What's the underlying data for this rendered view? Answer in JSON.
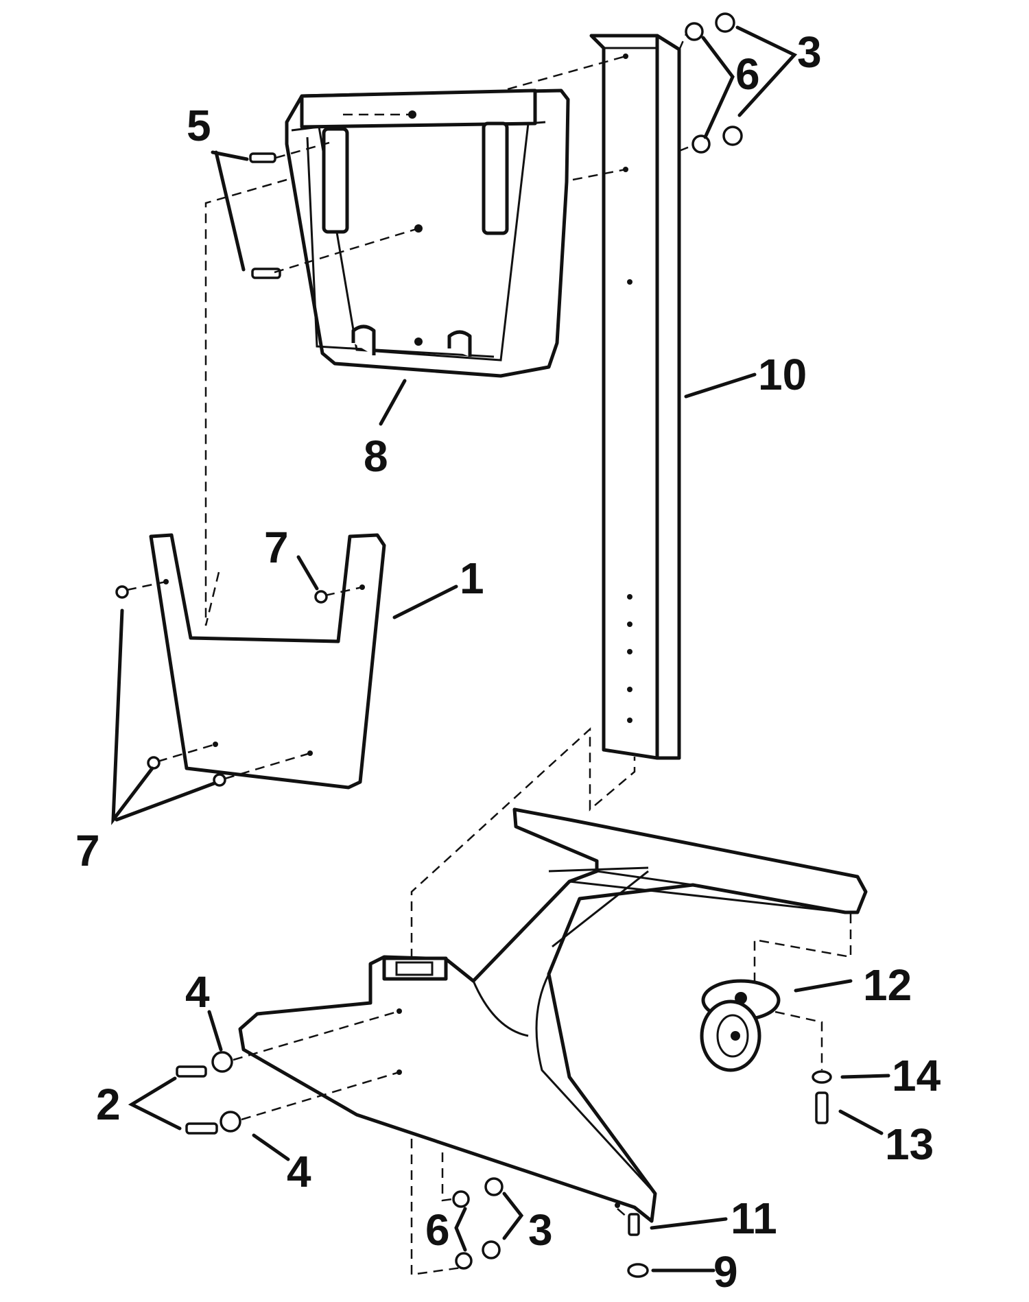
{
  "labels": {
    "l1": "1",
    "l2": "2",
    "l3a": "3",
    "l3b": "3",
    "l4a": "4",
    "l4b": "4",
    "l5": "5",
    "l6a": "6",
    "l6b": "6",
    "l7a": "7",
    "l7b": "7",
    "l8": "8",
    "l9": "9",
    "l10": "10",
    "l11": "11",
    "l12": "12",
    "l13": "13",
    "l14": "14"
  },
  "colors": {
    "ink": "#111111",
    "paper": "#ffffff"
  }
}
